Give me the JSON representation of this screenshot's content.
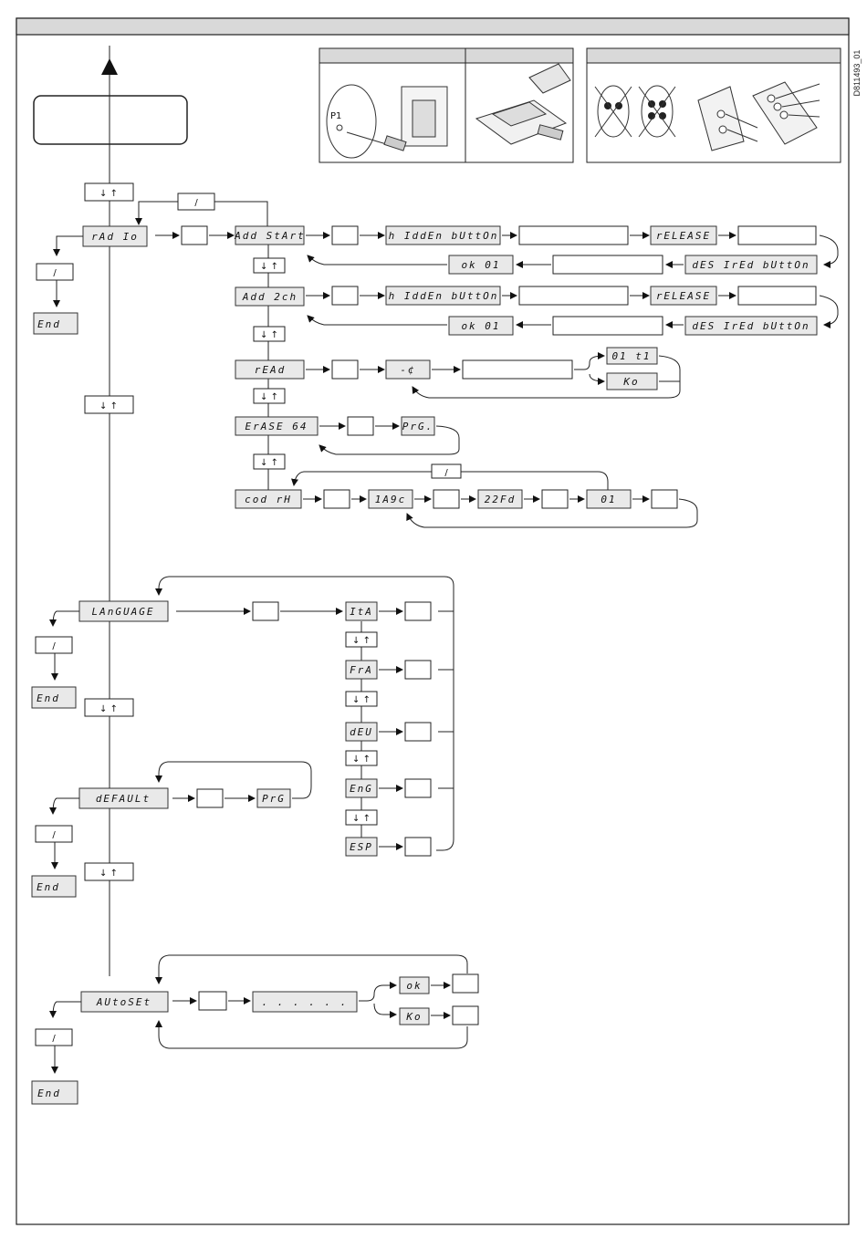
{
  "figure_code": "D811493_01",
  "lcd": {
    "radio": "rAd Io",
    "add_start": "Add StArt",
    "hidden_button": "h IddEn bUttOn",
    "release": "rELEASE",
    "ok_01": "ok 01",
    "desired_button": "dES IrEd bUttOn",
    "add_2ch": "Add 2ch",
    "read": "rEAd",
    "read_wait": "-¢",
    "o1_t1": "01 t1",
    "ko": "Ko",
    "erase_64": "ErASE 64",
    "prg_dot": "PrG.",
    "cod_rx": "cod rH",
    "code_1": "1A9c",
    "code_2": "22Fd",
    "code_3": "01",
    "language": "LAnGUAGE",
    "ita": "ItA",
    "fra": "FrA",
    "deu": "dEU",
    "eng": "EnG",
    "esp": "ESP",
    "default": "dEFAULt",
    "prg": "PrG",
    "autoset": "AUtoSEt",
    "progress": ". . .   . . .",
    "ok": "ok",
    "ko2": "Ko",
    "end": "End"
  },
  "keys": {
    "down_up": "↓ ↑",
    "slash": "/"
  },
  "illustrations": {
    "p1_label": "P1"
  }
}
